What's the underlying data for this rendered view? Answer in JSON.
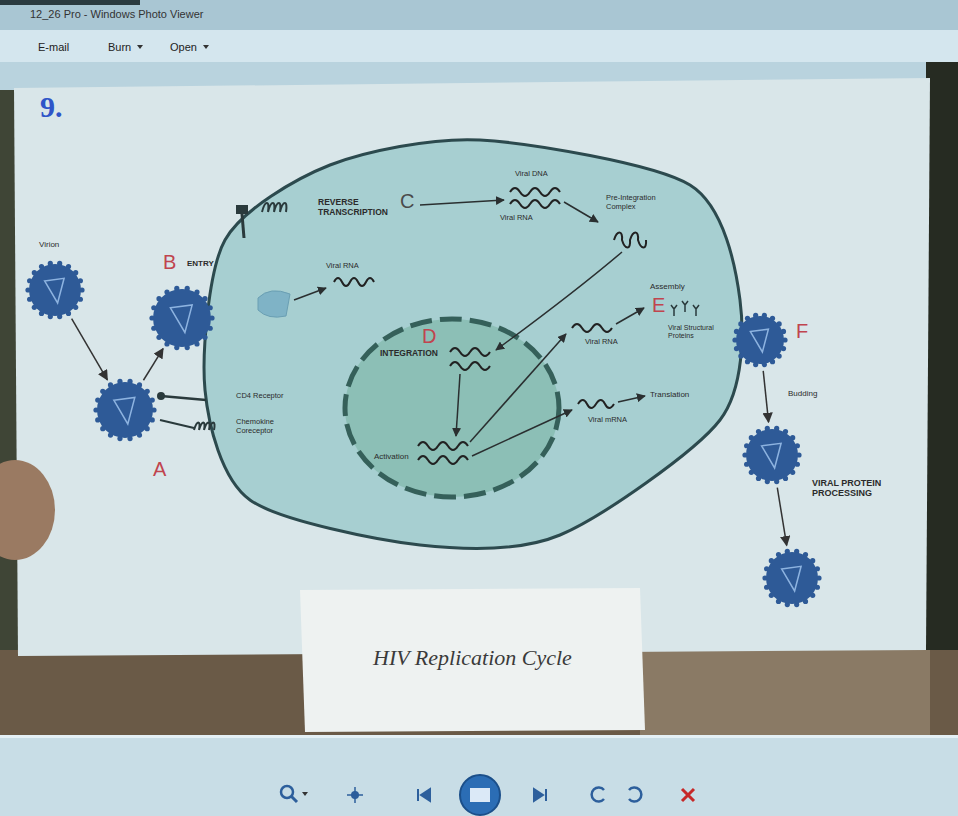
{
  "diagram": {
    "title": "HIV Replication Cycle",
    "nodes": [
      {
        "text": [
          "REVERSE TRANSCRIPTION",
          "C",
          "Viral RNA",
          "Viral DNA",
          "Viral RNA",
          "Pre-Integration Complex",
          "Assembly",
          "E",
          "Viral RNA",
          "Viral Structural Proteins",
          "Translation",
          "Viral mRNA",
          "CD4 Receptor",
          "Chemokine Coreceptor"
        ]
      },
      {
        "text": [
          "INTEGRATION",
          "D",
          "Activation"
        ],
        "in": 0
      },
      {
        "text": [
          "Virion"
        ]
      },
      {
        "text": [
          "A"
        ]
      },
      {
        "text": [
          "B",
          "ENTRY"
        ]
      },
      {
        "text": [
          "F"
        ]
      },
      {
        "text": [
          "Budding"
        ]
      },
      {
        "text": [
          "VIRAL PROTEIN PROCESSING"
        ]
      }
    ],
    "edges": [
      {
        "from": 2,
        "to": 3,
        "arrow": "to"
      },
      {
        "from": 3,
        "to": 4,
        "arrow": "to"
      },
      {
        "from": 5,
        "to": 6,
        "arrow": "to"
      },
      {
        "from": 6,
        "to": 7,
        "arrow": "to"
      }
    ],
    "labels": [
      "9.",
      "12_26 Pro - Windows Photo Viewer",
      "E-mail",
      "Burn",
      "Open"
    ]
  }
}
